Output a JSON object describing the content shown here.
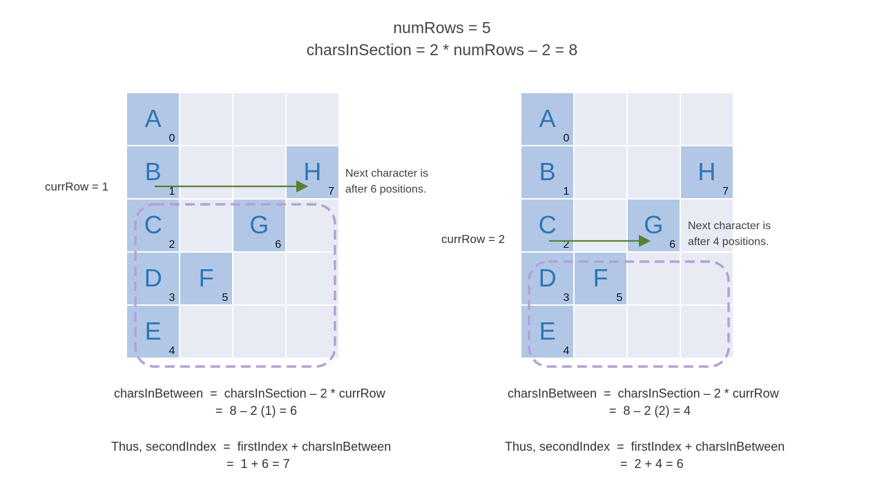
{
  "header": {
    "line1": "numRows = 5",
    "line2": "charsInSection = 2 * numRows – 2 = 8"
  },
  "colors": {
    "filled_cell": "#b2c7e6",
    "empty_cell": "#e8ebf4",
    "letter": "#2e75b6",
    "arrow": "#548235",
    "dash_box": "#b4a0d8"
  },
  "left": {
    "row_label": "currRow = 1",
    "note_line1": "Next character is",
    "note_line2": "after 6 positions.",
    "cells": [
      {
        "letter": "A",
        "index": "0"
      },
      {
        "letter": "B",
        "index": "1"
      },
      {
        "letter": "C",
        "index": "2"
      },
      {
        "letter": "D",
        "index": "3"
      },
      {
        "letter": "E",
        "index": "4"
      },
      {
        "letter": "F",
        "index": "5"
      },
      {
        "letter": "G",
        "index": "6"
      },
      {
        "letter": "H",
        "index": "7"
      }
    ],
    "eq1_line1": "charsInBetween  =  charsInSection – 2 * currRow",
    "eq1_line2": "=  8 – 2 (1) = 6",
    "eq2_line1": "Thus, secondIndex  =  firstIndex + charsInBetween",
    "eq2_line2": "=  1 + 6 = 7"
  },
  "right": {
    "row_label": "currRow = 2",
    "note_line1": "Next character is",
    "note_line2": "after 4 positions.",
    "cells": [
      {
        "letter": "A",
        "index": "0"
      },
      {
        "letter": "B",
        "index": "1"
      },
      {
        "letter": "C",
        "index": "2"
      },
      {
        "letter": "D",
        "index": "3"
      },
      {
        "letter": "E",
        "index": "4"
      },
      {
        "letter": "F",
        "index": "5"
      },
      {
        "letter": "G",
        "index": "6"
      },
      {
        "letter": "H",
        "index": "7"
      }
    ],
    "eq1_line1": "charsInBetween  =  charsInSection – 2 * currRow",
    "eq1_line2": "=  8 – 2 (2) = 4",
    "eq2_line1": "Thus, secondIndex  =  firstIndex + charsInBetween",
    "eq2_line2": "=  2 + 4 = 6"
  }
}
